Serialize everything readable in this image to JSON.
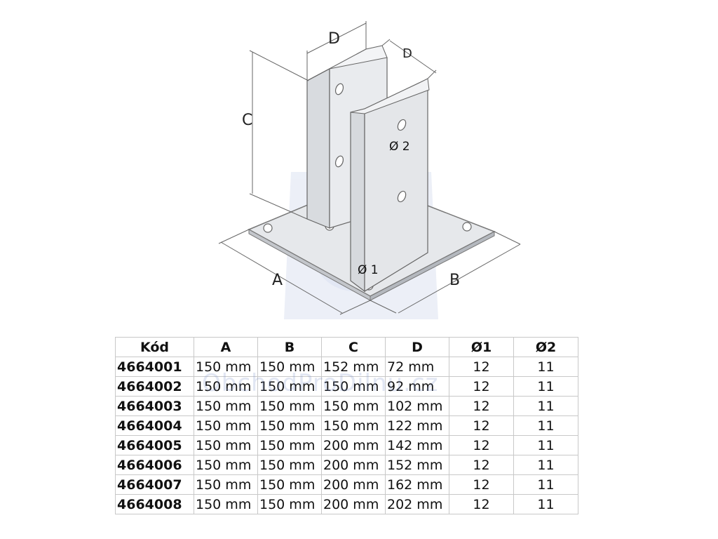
{
  "figure": {
    "labels": {
      "a": "A",
      "b": "B",
      "c": "C",
      "d_front": "D",
      "d_side": "D",
      "hole_1": "Ø 1",
      "hole_2": "Ø 2"
    }
  },
  "table": {
    "headers": [
      "Kód",
      "A",
      "B",
      "C",
      "D",
      "Ø1",
      "Ø2"
    ],
    "rows": [
      [
        "4664001",
        "150 mm",
        "150 mm",
        "152 mm",
        "72 mm",
        "12",
        "11"
      ],
      [
        "4664002",
        "150 mm",
        "150 mm",
        "150 mm",
        "92 mm",
        "12",
        "11"
      ],
      [
        "4664003",
        "150 mm",
        "150 mm",
        "150 mm",
        "102 mm",
        "12",
        "11"
      ],
      [
        "4664004",
        "150 mm",
        "150 mm",
        "150 mm",
        "122 mm",
        "12",
        "11"
      ],
      [
        "4664005",
        "150 mm",
        "150 mm",
        "200 mm",
        "142 mm",
        "12",
        "11"
      ],
      [
        "4664006",
        "150 mm",
        "150 mm",
        "200 mm",
        "152 mm",
        "12",
        "11"
      ],
      [
        "4664007",
        "150 mm",
        "150 mm",
        "200 mm",
        "162 mm",
        "12",
        "11"
      ],
      [
        "4664008",
        "150 mm",
        "150 mm",
        "200 mm",
        "202 mm",
        "12",
        "11"
      ]
    ]
  },
  "watermark": {
    "text": "ObchodProDilnu.cz"
  },
  "colors": {
    "metal_light": "#e9ebee",
    "metal_mid": "#d3d6da",
    "metal_dark": "#b8bcc2",
    "watermark": "#c8d0e8"
  }
}
